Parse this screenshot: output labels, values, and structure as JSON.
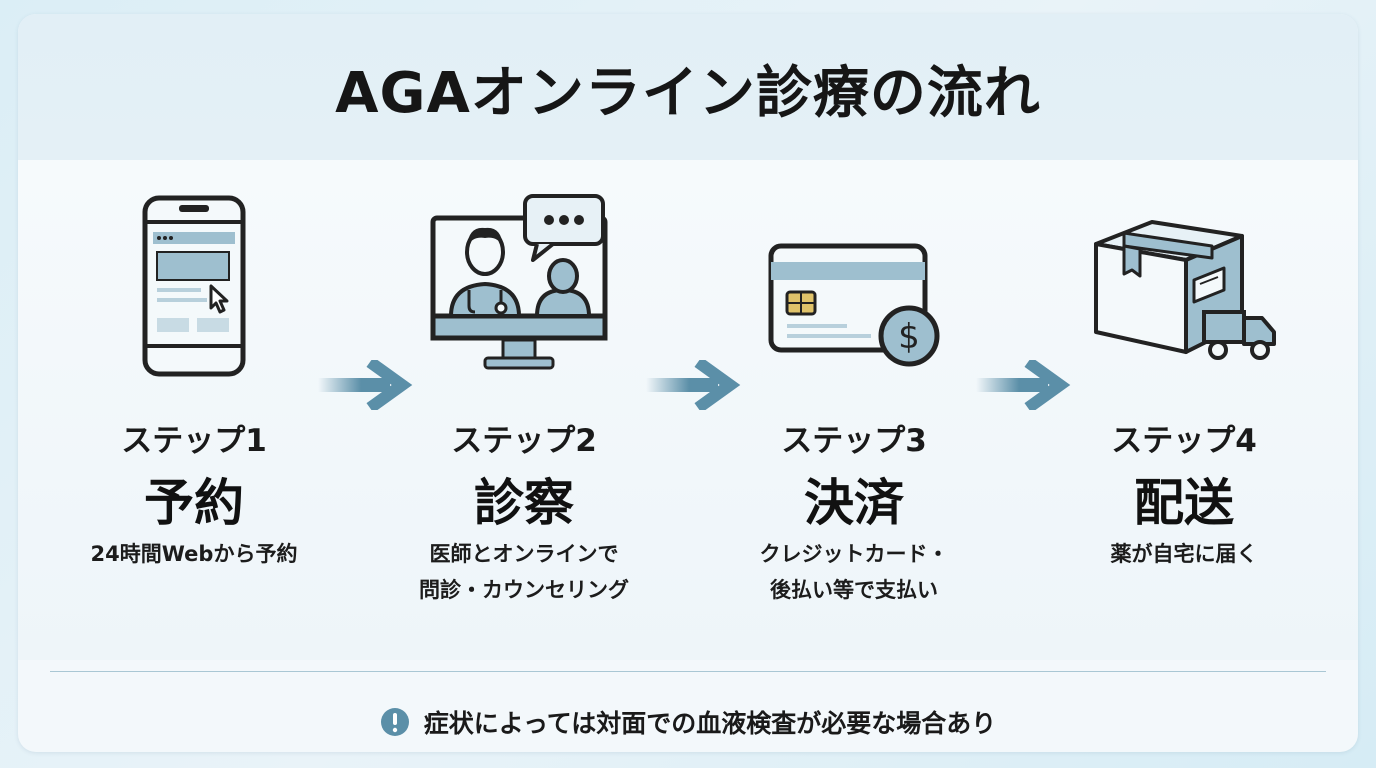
{
  "title": "AGAオンライン診療の流れ",
  "steps": [
    {
      "label": "ステップ1",
      "name": "予約",
      "desc": "24時間Webから予約",
      "icon": "smartphone-icon"
    },
    {
      "label": "ステップ2",
      "name": "診察",
      "desc": "医師とオンラインで\n問診・カウンセリング",
      "icon": "video-consultation-icon"
    },
    {
      "label": "ステップ3",
      "name": "決済",
      "desc": "クレジットカード・\n後払い等で支払い",
      "icon": "credit-card-icon"
    },
    {
      "label": "ステップ4",
      "name": "配送",
      "desc": "薬が自宅に届く",
      "icon": "delivery-box-icon"
    }
  ],
  "note": {
    "text": "症状によっては対面での血液検査が必要な場合あり",
    "icon": "exclamation-icon"
  },
  "colors": {
    "accent": "#5b8fa8",
    "icon_fill": "#9ebfcf",
    "icon_stroke": "#222222"
  }
}
